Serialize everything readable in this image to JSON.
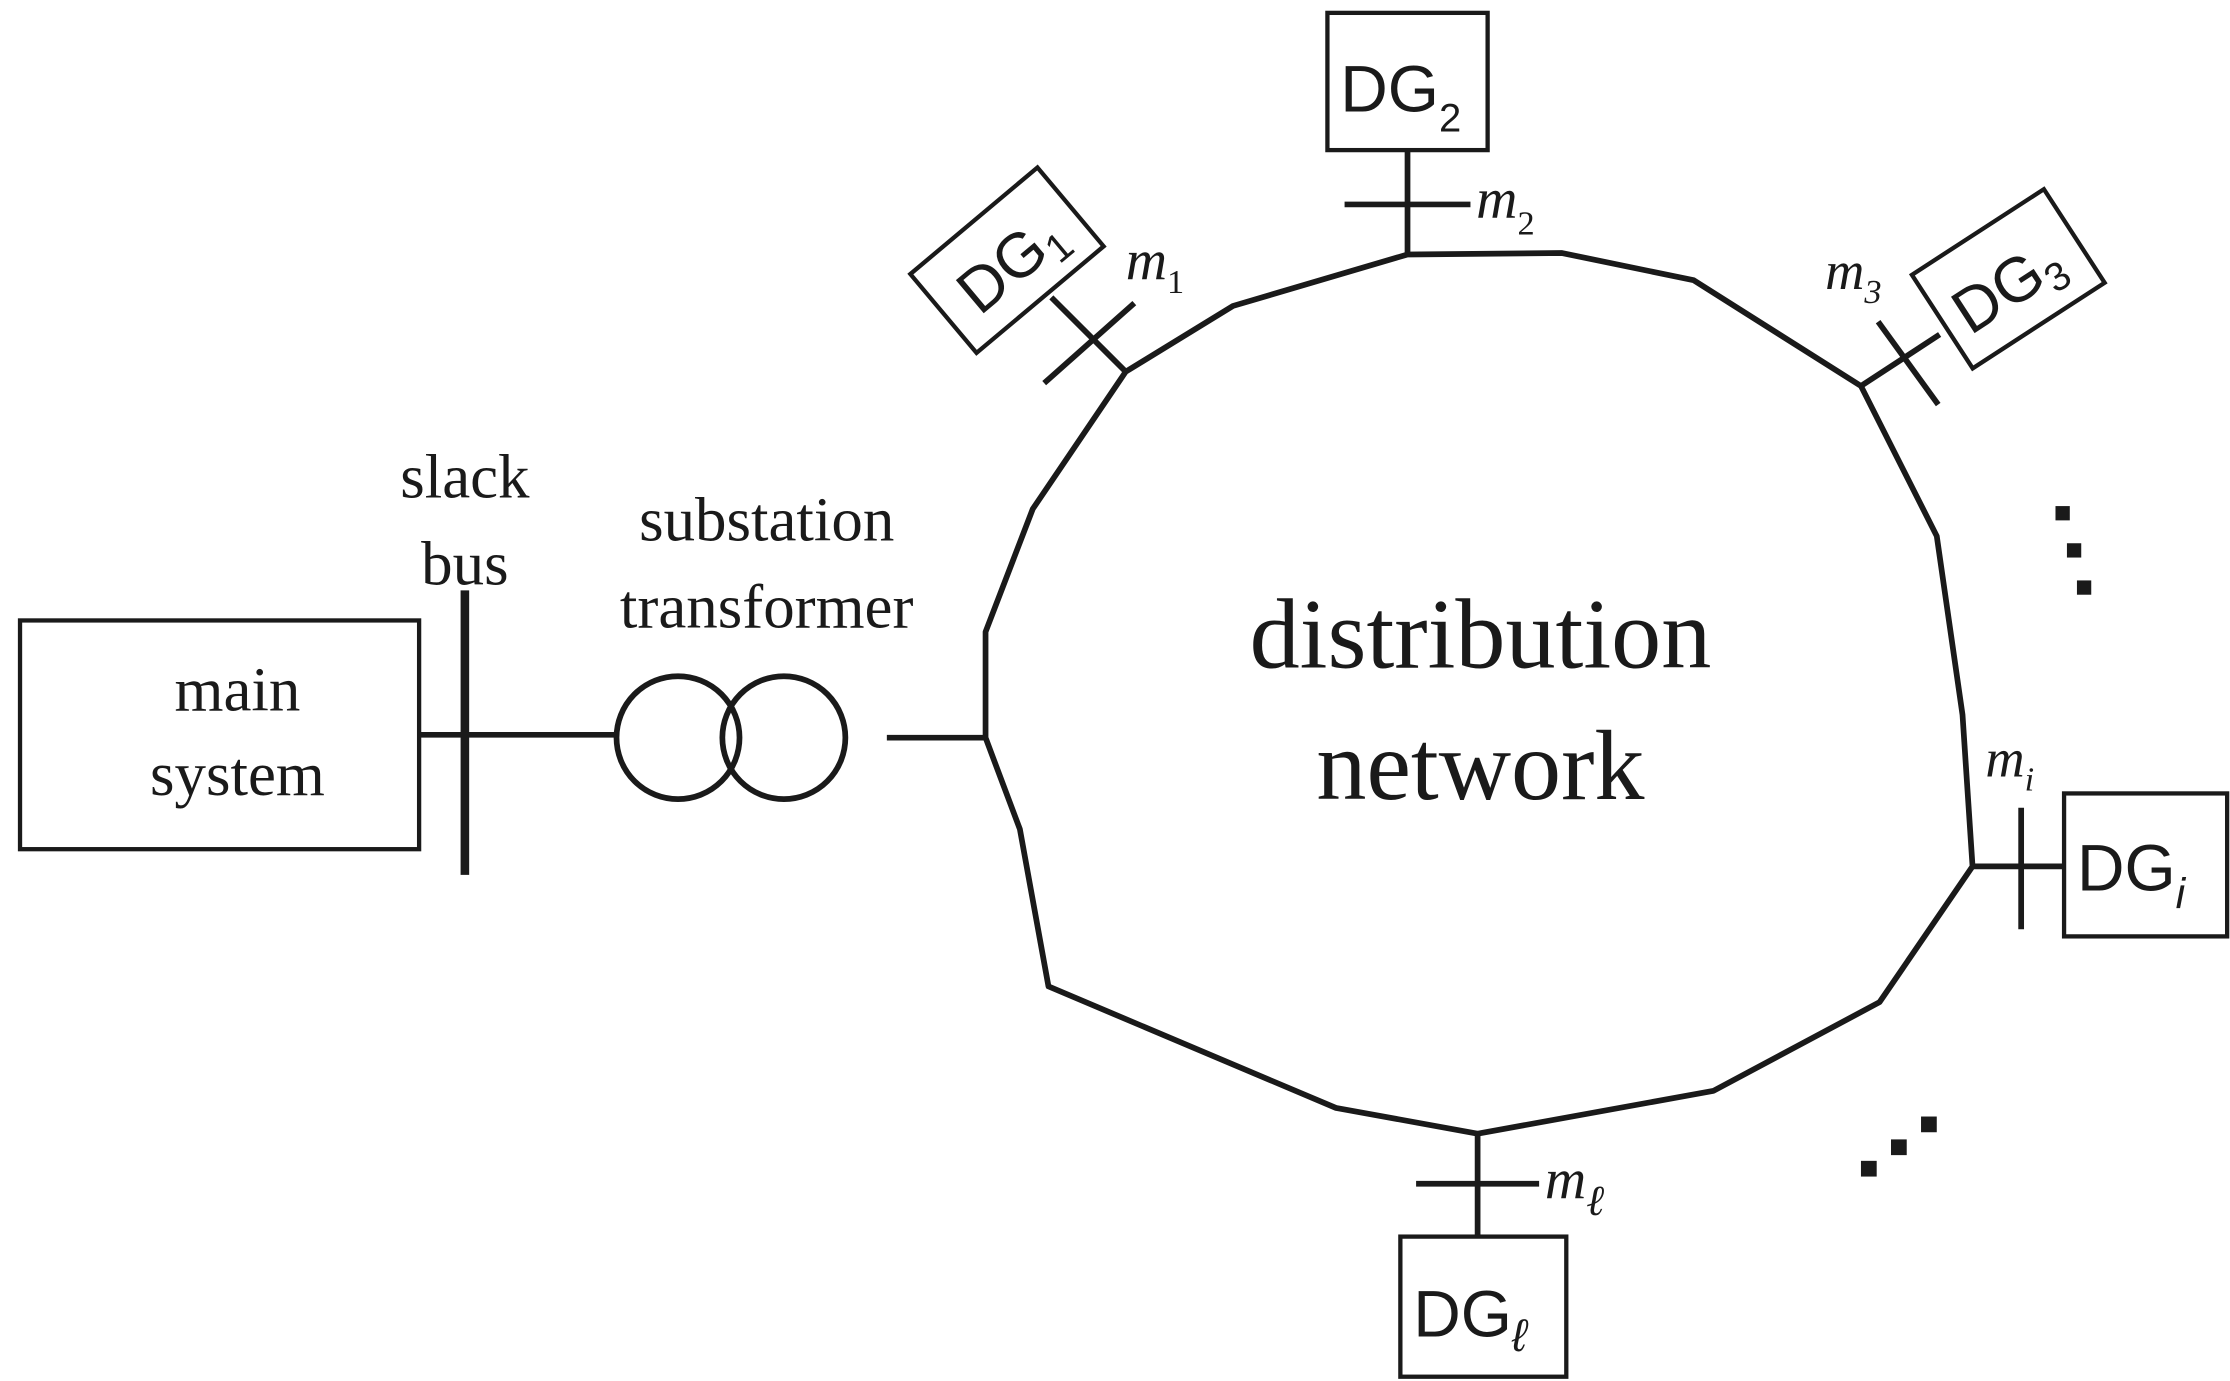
{
  "main_system": {
    "line1": "main",
    "line2": "system"
  },
  "slack_bus": {
    "line1": "slack",
    "line2": "bus"
  },
  "transformer": {
    "line1": "substation",
    "line2": "transformer"
  },
  "network": {
    "line1": "distribution",
    "line2": "network"
  },
  "generators": [
    {
      "id": "dg1",
      "name": "DG",
      "sub": "1",
      "node": "m",
      "node_sub": "1"
    },
    {
      "id": "dg2",
      "name": "DG",
      "sub": "2",
      "node": "m",
      "node_sub": "2"
    },
    {
      "id": "dg3",
      "name": "DG",
      "sub": "3",
      "node": "m",
      "node_sub": "3"
    },
    {
      "id": "dgi",
      "name": "DG",
      "sub": "i",
      "node": "m",
      "node_sub": "i"
    },
    {
      "id": "dgl",
      "name": "DG",
      "sub": "ℓ",
      "node": "m",
      "node_sub": "ℓ"
    }
  ],
  "ellipsis_marks": [
    "right-vertical-dots",
    "bottom-right-dots"
  ]
}
